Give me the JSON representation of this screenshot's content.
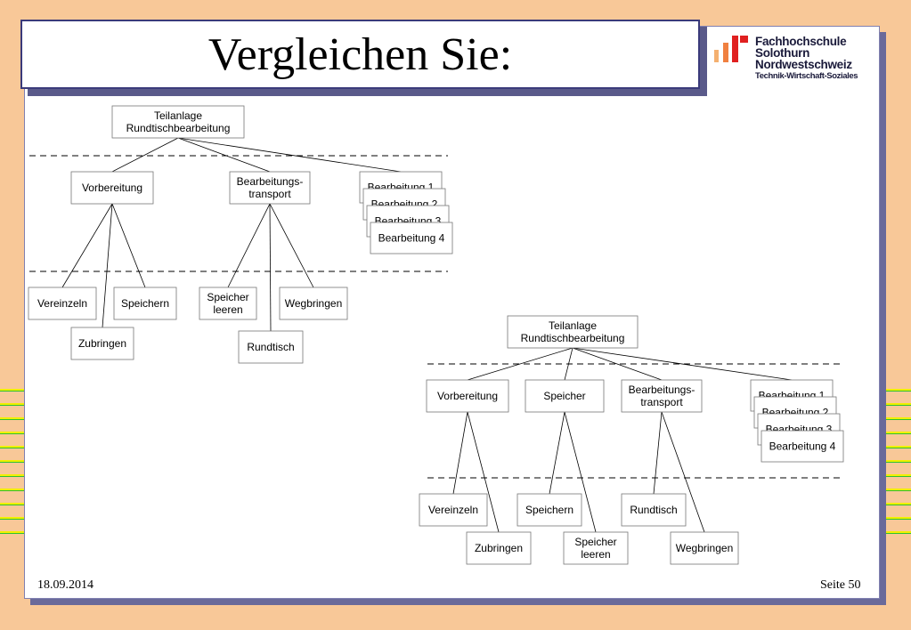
{
  "title": "Vergleichen Sie:",
  "logo": {
    "line1": "Fachhochschule",
    "line2": "Solothurn",
    "line3": "Nordwestschweiz",
    "line4": "Technik-Wirtschaft-Soziales",
    "colors": [
      "#f0a040",
      "#e05030",
      "#e02020"
    ]
  },
  "footer": {
    "date": "18.09.2014",
    "page": "Seite 50"
  },
  "diagrams": [
    {
      "root": [
        "Teilanlage",
        "Rundtischbearbeitung"
      ],
      "level1": [
        {
          "label": [
            "Vorbereitung"
          ],
          "children": [
            [
              "Vereinzeln"
            ],
            [
              "Zubringen"
            ],
            [
              "Speichern"
            ]
          ]
        },
        {
          "label": [
            "Bearbeitungs-",
            "transport"
          ],
          "children": [
            [
              "Speicher",
              "leeren"
            ],
            [
              "Rundtisch"
            ],
            [
              "Wegbringen"
            ]
          ]
        }
      ],
      "stack": [
        "Bearbeitung 1",
        "Bearbeitung 2",
        "Bearbeitung 3",
        "Bearbeitung 4"
      ]
    },
    {
      "root": [
        "Teilanlage",
        "Rundtischbearbeitung"
      ],
      "level1": [
        {
          "label": [
            "Vorbereitung"
          ],
          "children": [
            [
              "Vereinzeln"
            ],
            [
              "Zubringen"
            ]
          ]
        },
        {
          "label": [
            "Speicher"
          ],
          "children": [
            [
              "Speichern"
            ],
            [
              "Speicher",
              "leeren"
            ]
          ]
        },
        {
          "label": [
            "Bearbeitungs-",
            "transport"
          ],
          "children": [
            [
              "Rundtisch"
            ],
            [
              "Wegbringen"
            ]
          ]
        }
      ],
      "stack": [
        "Bearbeitung 1",
        "Bearbeitung 2",
        "Bearbeitung 3",
        "Bearbeitung 4"
      ]
    }
  ]
}
